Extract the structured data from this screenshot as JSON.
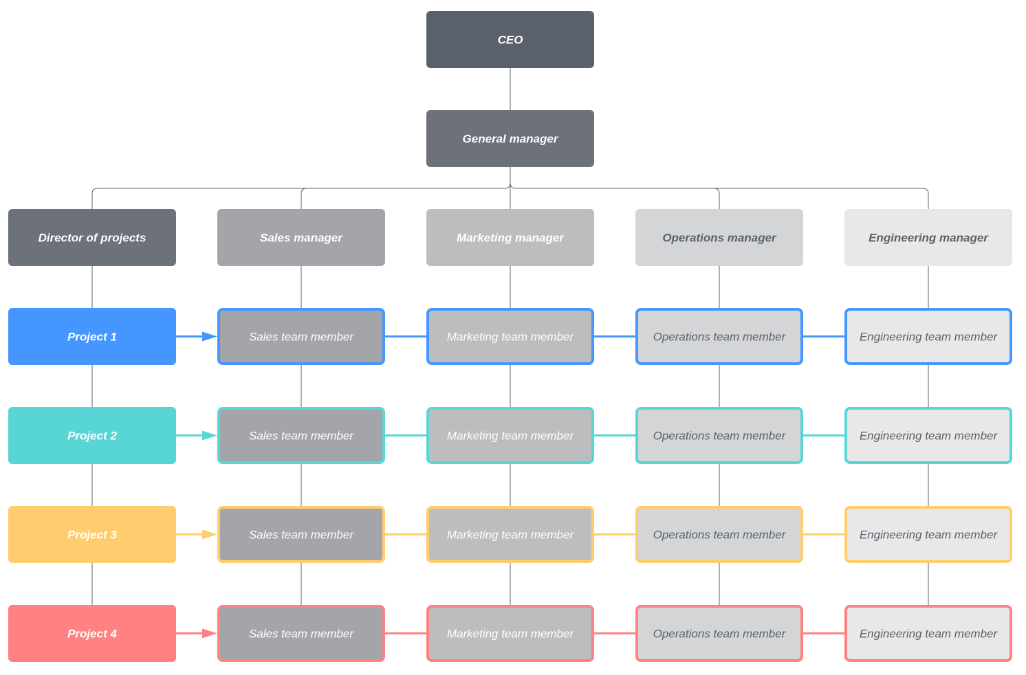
{
  "executives": [
    {
      "label": "CEO",
      "fill": "#5b616b",
      "text_color": "#ffffff"
    },
    {
      "label": "General manager",
      "fill": "#6c717a",
      "text_color": "#ffffff"
    }
  ],
  "departments": [
    {
      "label": "Director of projects",
      "fill": "#6c717a",
      "text_color": "#ffffff",
      "member": null
    },
    {
      "label": "Sales manager",
      "fill": "#a4a5a9",
      "text_color": "#ffffff",
      "member": "Sales team member",
      "member_fill": "#a4a5a9",
      "member_text_color": "#ffffff"
    },
    {
      "label": "Marketing manager",
      "fill": "#bdbdbf",
      "text_color": "#ffffff",
      "member": "Marketing team member",
      "member_fill": "#bdbdbf",
      "member_text_color": "#ffffff"
    },
    {
      "label": "Operations manager",
      "fill": "#d4d5d6",
      "text_color": "#5b616b",
      "member": "Operations team member",
      "member_fill": "#d4d5d6",
      "member_text_color": "#5b616b"
    },
    {
      "label": "Engineering manager",
      "fill": "#e8e8e8",
      "text_color": "#5b616b",
      "member": "Engineering team member",
      "member_fill": "#e8e8e8",
      "member_text_color": "#5b616b"
    }
  ],
  "projects": [
    {
      "label": "Project 1",
      "color": "#4596ff"
    },
    {
      "label": "Project 2",
      "color": "#58d6d6"
    },
    {
      "label": "Project 3",
      "color": "#ffcd70"
    },
    {
      "label": "Project 4",
      "color": "#ff8181"
    }
  ],
  "connector_color": "#5b616b"
}
